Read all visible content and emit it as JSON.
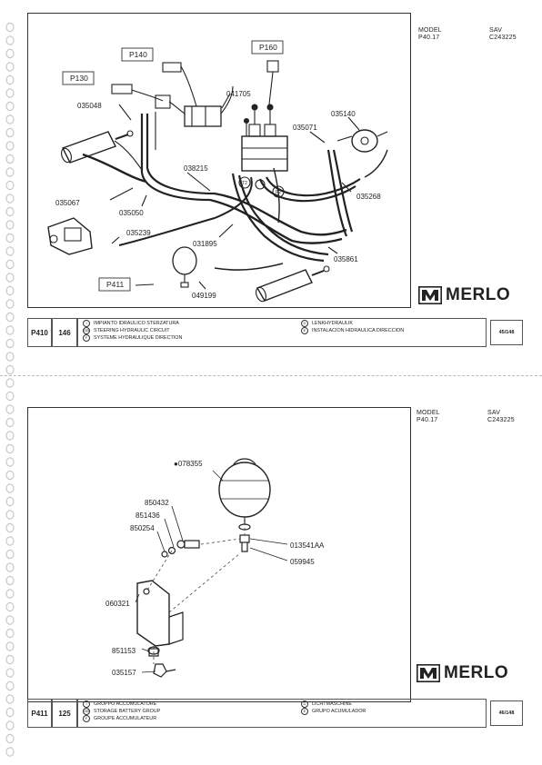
{
  "sheets": [
    {
      "model_label": "MODEL",
      "model_value": "P40.17",
      "sav_label": "SAV",
      "sav_value": "C243225",
      "brand": "MERLO",
      "figure_code": "P410",
      "figure_number": "146",
      "titles": {
        "it": "IMPIANTO IDRAULICO STERZATURA",
        "gb": "STEERING HYDRAULIC CIRCUIT",
        "f": "SYSTEME HYDRAULIQUE DIRECTION",
        "d": "LENKHYDRAULIK",
        "e": "INSTALACION HIDRAULICA DIRECCION"
      },
      "page": "45/148",
      "callouts": {
        "p140": "P140",
        "p130": "P130",
        "p160": "P160",
        "p411": "P411",
        "c041705": "041705",
        "c035048": "035048",
        "c035071": "035071",
        "c035140": "035140",
        "c038215": "038215",
        "c035067": "035067",
        "c035050": "035050",
        "c035268": "035268",
        "c035239": "035239",
        "c031895": "031895",
        "c035861": "035861",
        "c049199": "049199",
        "t2": "T2",
        "p2": "P2"
      }
    },
    {
      "model_label": "MODEL",
      "model_value": "P40.17",
      "sav_label": "SAV",
      "sav_value": "C243225",
      "brand": "MERLO",
      "figure_code": "P411",
      "figure_number": "125",
      "titles": {
        "it": "GRUPPO ACCUMULATORE",
        "gb": "STORAGE BATTERY GROUP",
        "f": "GROUPE ACCUMULATEUR",
        "d": "LICHTMASCHINE",
        "e": "GRUPO ACUMULADOR"
      },
      "page": "46/148",
      "callouts": {
        "c078355": "●078355",
        "c850432": "850432",
        "c851436": "851436",
        "c850254": "850254",
        "c013541aa": "013541AA",
        "c059945": "059945",
        "c060321": "060321",
        "c851153": "851153",
        "c035157": "035157"
      }
    }
  ],
  "lang_markers": {
    "it": "I",
    "gb": "GB",
    "f": "F",
    "d": "D",
    "e": "E"
  },
  "colors": {
    "ink": "#222222",
    "frame": "#333333",
    "binding_hole": "#c8c8c8"
  }
}
